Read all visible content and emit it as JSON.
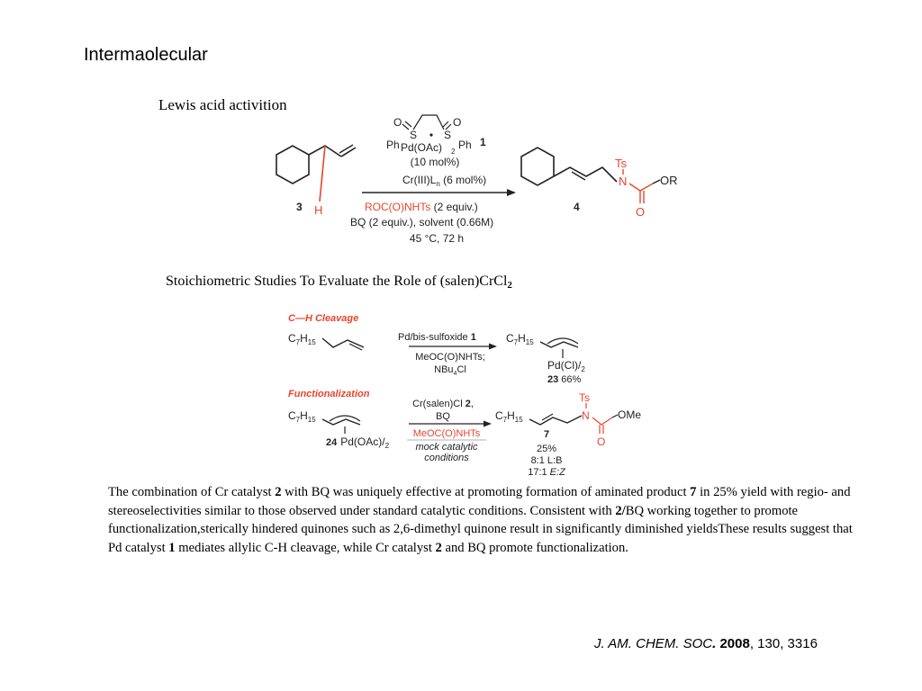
{
  "title": "Intermaolecular",
  "scheme1": {
    "heading": "Lewis acid activition",
    "ligand": {
      "o1": "O",
      "o2": "O",
      "s1": "S",
      "s2": "S",
      "ph1": "Ph",
      "ph2": "Ph",
      "pd": "Pd(OAc)",
      "sub2": "2",
      "num": "1"
    },
    "above_arrow": [
      "(10 mol%)"
    ],
    "cr_line": {
      "text": "Cr(III)L",
      "sub": "n",
      "tail": " (6 mol%)"
    },
    "below_arrow": {
      "reagent_red": "ROC(O)NHTs",
      "reagent_tail": " (2 equiv.)",
      "line2": "BQ (2 equiv.), solvent (0.66M)",
      "line3": "45 °C, 72 h"
    },
    "sm_label": "3",
    "sm_h": "H",
    "product_label": "4",
    "product_ts": "Ts",
    "product_n": "N",
    "product_or": "OR",
    "product_o": "O"
  },
  "scheme2": {
    "heading_main": "Stoichiometric Studies To Evaluate the Role of (salen)CrCl",
    "heading_sub": "2",
    "ch_title": "C—H Cleavage",
    "func_title": "Functionalization",
    "c7": "C",
    "c7_sub": "7",
    "h15": "H",
    "h15_sub": "15",
    "arrow1_top_a": "Pd/bis-sulfoxide ",
    "arrow1_top_b": "1",
    "arrow1_bot1": "MeOC(O)NHTs;",
    "arrow1_bot2_a": "NBu",
    "arrow1_bot2_sub": "4",
    "arrow1_bot2_b": "Cl",
    "p23_pd": "Pd(Cl)/",
    "p23_sub": "2",
    "p23_num": "23",
    "p23_yield": " 66%",
    "sm24_num": "24",
    "sm24_pd": "Pd(OAc)/",
    "sm24_sub": "2",
    "arrow2_top_a": "Cr(salen)Cl ",
    "arrow2_top_b": "2",
    "arrow2_top_c": ",",
    "arrow2_top2": "BQ",
    "arrow2_red": "MeOC(O)NHTs",
    "arrow2_mock1": "mock catalytic",
    "arrow2_mock2": "conditions",
    "p7_ts": "Ts",
    "p7_n": "N",
    "p7_ome": "OMe",
    "p7_o": "O",
    "p7_num": "7",
    "p7_yield": "25%",
    "p7_lb": "8:1 L:B",
    "p7_ez_a": "17:1 ",
    "p7_ez_b": "E:Z"
  },
  "paragraph": {
    "p1": "The combination of Cr catalyst ",
    "b1": "2",
    "p2": " with BQ was uniquely effective at promoting formation of aminated product ",
    "b2": "7",
    "p3": " in 25% yield with regio- and stereoselectivities similar to those observed under standard catalytic conditions. Consistent with ",
    "b3": "2/",
    "p4": "BQ working together to promote functionalization,sterically hindered quinones such as 2,6-dimethyl quinone result in significantly diminished yieldsThese results suggest that Pd catalyst ",
    "b4": "1",
    "p5": " mediates allylic C-H cleavage, while Cr catalyst ",
    "b5": "2",
    "p6": " and BQ promote functionalization."
  },
  "citation": {
    "journal": "J. AM. CHEM. SOC",
    "dot": ".",
    "year": " 2008",
    "rest": ", 130, 3316"
  },
  "colors": {
    "red": "#e8452c",
    "black": "#222222"
  }
}
